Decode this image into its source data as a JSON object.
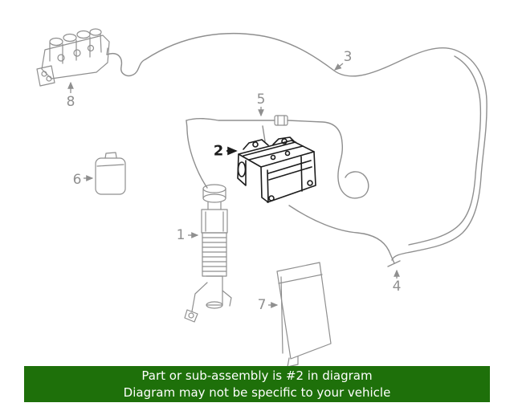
{
  "diagram": {
    "type": "parts-diagram",
    "highlighted_part_number": "2",
    "line_color": "#8f8f8f",
    "highlight_color": "#1c1c1c",
    "labels": [
      {
        "text": "1"
      },
      {
        "text": "2",
        "highlighted": true
      },
      {
        "text": "3"
      },
      {
        "text": "4"
      },
      {
        "text": "5"
      },
      {
        "text": "6"
      },
      {
        "text": "7"
      },
      {
        "text": "8"
      }
    ]
  },
  "banner": {
    "line1": "Part or sub-assembly is #2 in diagram",
    "line2": "Diagram may not be specific to your vehicle",
    "bg_color": "#1e700a",
    "text_color": "#ffffff"
  }
}
